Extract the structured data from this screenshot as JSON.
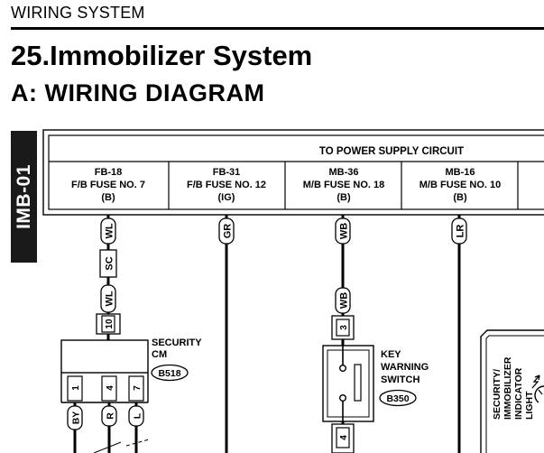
{
  "header": {
    "section": "WIRING SYSTEM",
    "title": "25.Immobilizer System",
    "subtitle": "A:  WIRING DIAGRAM",
    "page_tab": "IMB-01"
  },
  "power_supply": {
    "label": "TO POWER SUPPLY CIRCUIT",
    "fuses": [
      {
        "code": "FB-18",
        "name": "F/B FUSE NO. 7",
        "circuit": "(B)"
      },
      {
        "code": "FB-31",
        "name": "F/B FUSE NO. 12",
        "circuit": "(IG)"
      },
      {
        "code": "MB-36",
        "name": "M/B FUSE NO. 18",
        "circuit": "(B)"
      },
      {
        "code": "MB-16",
        "name": "M/B FUSE NO. 10",
        "circuit": "(B)"
      }
    ]
  },
  "wires": {
    "wl": "WL",
    "sc": "SC",
    "gr": "GR",
    "wb": "WB",
    "lr": "LR",
    "by": "BY",
    "r": "R",
    "l": "L"
  },
  "security_cm": {
    "name_line1": "SECURITY",
    "name_line2": "CM",
    "connector": "B518",
    "pin_top": "10",
    "pins": [
      "1",
      "4",
      "7"
    ]
  },
  "key_warning_switch": {
    "name_line1": "KEY",
    "name_line2": "WARNING",
    "name_line3": "SWITCH",
    "connector": "B350",
    "pin_top": "3",
    "pin_bottom": "4"
  },
  "indicator_light": {
    "name_lines": [
      "SECURITY/",
      "IMMOBILIZER",
      "INDICATOR",
      "LIGHT"
    ]
  }
}
